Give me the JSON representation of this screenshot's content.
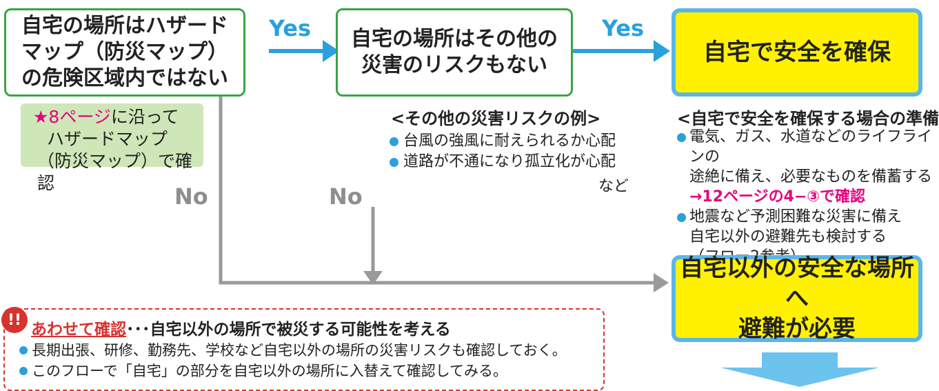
{
  "box1": {
    "lines": [
      "自宅の場所はハザード",
      "マップ（防災マップ）",
      "の危険区域内ではない"
    ]
  },
  "box2": {
    "lines": [
      "自宅の場所はその他の",
      "災害のリスクもない"
    ]
  },
  "box3": {
    "text": "自宅で安全を確保"
  },
  "box4": {
    "lines": [
      "自宅以外の安全な場所へ",
      "避難が必要"
    ]
  },
  "yes1": "Yes",
  "yes2": "Yes",
  "no1": "No",
  "no2": "No",
  "note": {
    "star": "★8ページ",
    "rest1": "に沿って",
    "line2": "ハザードマップ",
    "line3": "（防災マップ）で確認"
  },
  "other_risk": {
    "heading": "<その他の災害リスクの例>",
    "items": [
      "台風の強風に耐えられるか心配",
      "道路が不通になり孤立化が心配"
    ],
    "etc": "など"
  },
  "prep": {
    "heading": "<自宅で安全を確保する場合の準備>",
    "item1_line1": "電気、ガス、水道などのライフラインの",
    "item1_line2": "途絶に備え、必要なものを備蓄する",
    "item1_link": "→12ページの4−③で確認",
    "item2_line1": "地震など予測困難な災害に備え",
    "item2_line2": "自宅以外の避難先も検討する",
    "item2_line3": "（フロー2参考）"
  },
  "notice": {
    "icon": "!!",
    "title_red": "あわせて確認",
    "title_rest": "･･･自宅以外の場所で被災する可能性を考える",
    "items": [
      "長期出張、研修、勤務先、学校など自宅以外の場所の災害リスクも確認しておく。",
      "このフローで「自宅」の部分を自宅以外の場所に入替えて確認してみる。"
    ]
  },
  "colors": {
    "green_border": "#3aa346",
    "yellow_fill": "#fff100",
    "blue_border": "#5bb6e6",
    "arrow_blue": "#2aa0dd",
    "arrow_gray": "#9a9a9a",
    "pink": "#e6007e",
    "red": "#d8322f"
  }
}
